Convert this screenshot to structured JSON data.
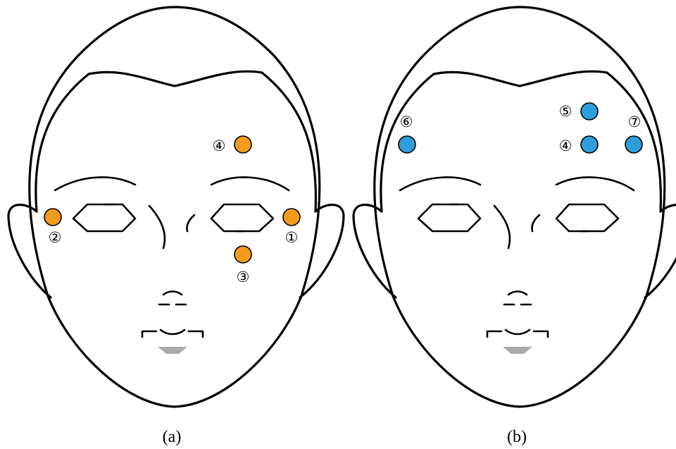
{
  "colors": {
    "set_a": "#F39C1E",
    "set_b": "#2E9FD9",
    "lip": "#A8ABAA",
    "outline": "#000000"
  },
  "panels": [
    {
      "label": "(a)",
      "points": [
        {
          "label": "①"
        },
        {
          "label": "②"
        },
        {
          "label": "③"
        },
        {
          "label": "④"
        }
      ]
    },
    {
      "label": "(b)",
      "points": [
        {
          "label": "④"
        },
        {
          "label": "⑤"
        },
        {
          "label": "⑥"
        },
        {
          "label": "⑦"
        }
      ]
    }
  ]
}
